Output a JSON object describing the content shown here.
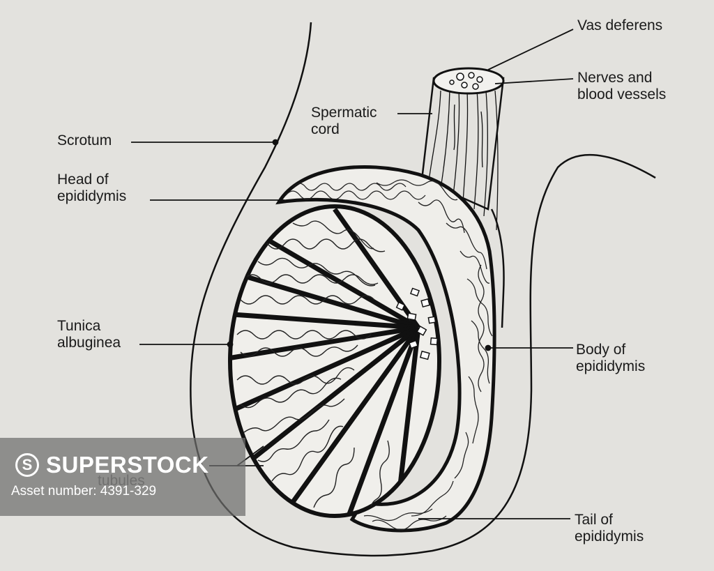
{
  "labels": {
    "vas_deferens": "Vas deferens",
    "nerves_line1": "Nerves and",
    "nerves_line2": "blood vessels",
    "spermatic_line1": "Spermatic",
    "spermatic_line2": "cord",
    "scrotum": "Scrotum",
    "head_line1": "Head of",
    "head_line2": "epididymis",
    "tunica_line1": "Tunica",
    "tunica_line2": "albuginea",
    "body_line1": "Body of",
    "body_line2": "epididymis",
    "tubules_line2": "tubules",
    "tail_line1": "Tail of",
    "tail_line2": "epididymis"
  },
  "watermark": {
    "logo": "S",
    "brand": "SUPERSTOCK",
    "asset": "Asset number: 4391-329"
  },
  "colors": {
    "background": "#e3e2de",
    "ink": "#1a1a1a"
  }
}
